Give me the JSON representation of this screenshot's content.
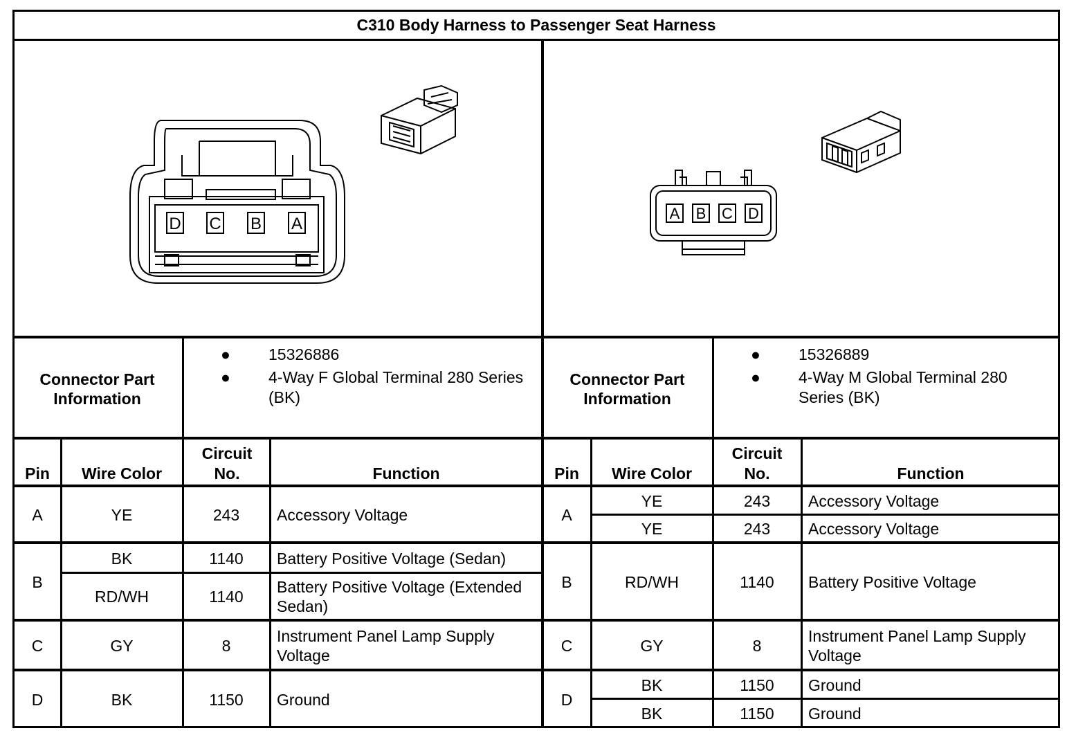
{
  "title": "C310 Body Harness to Passenger Seat Harness",
  "left": {
    "connector_diagram": {
      "pin_labels": [
        "D",
        "C",
        "B",
        "A"
      ]
    },
    "part_info_label": "Connector Part Information",
    "part_info": [
      "15326886",
      "4-Way F Global Terminal 280 Series (BK)"
    ],
    "headers": {
      "pin": "Pin",
      "wire_color": "Wire Color",
      "circuit": "Circuit No.",
      "function": "Function"
    },
    "rows": [
      {
        "pin": "A",
        "wires": [
          {
            "color": "YE",
            "circuit": "243",
            "function": "Accessory Voltage"
          }
        ]
      },
      {
        "pin": "B",
        "wires": [
          {
            "color": "BK",
            "circuit": "1140",
            "function": "Battery Positive Voltage (Sedan)"
          },
          {
            "color": "RD/WH",
            "circuit": "1140",
            "function": "Battery Positive Voltage (Extended Sedan)"
          }
        ]
      },
      {
        "pin": "C",
        "wires": [
          {
            "color": "GY",
            "circuit": "8",
            "function": "Instrument Panel Lamp Supply Voltage"
          }
        ]
      },
      {
        "pin": "D",
        "wires": [
          {
            "color": "BK",
            "circuit": "1150",
            "function": "Ground"
          }
        ]
      }
    ]
  },
  "right": {
    "connector_diagram": {
      "pin_labels": [
        "A",
        "B",
        "C",
        "D"
      ]
    },
    "part_info_label": "Connector Part Information",
    "part_info": [
      "15326889",
      "4-Way M Global Terminal 280 Series (BK)"
    ],
    "headers": {
      "pin": "Pin",
      "wire_color": "Wire Color",
      "circuit": "Circuit No.",
      "function": "Function"
    },
    "rows": [
      {
        "pin": "A",
        "wires": [
          {
            "color": "YE",
            "circuit": "243",
            "function": "Accessory Voltage"
          },
          {
            "color": "YE",
            "circuit": "243",
            "function": "Accessory Voltage"
          }
        ]
      },
      {
        "pin": "B",
        "wires": [
          {
            "color": "RD/WH",
            "circuit": "1140",
            "function": "Battery Positive Voltage"
          }
        ]
      },
      {
        "pin": "C",
        "wires": [
          {
            "color": "GY",
            "circuit": "8",
            "function": "Instrument Panel Lamp Supply Voltage"
          }
        ]
      },
      {
        "pin": "D",
        "wires": [
          {
            "color": "BK",
            "circuit": "1150",
            "function": "Ground"
          },
          {
            "color": "BK",
            "circuit": "1150",
            "function": "Ground"
          }
        ]
      }
    ]
  }
}
